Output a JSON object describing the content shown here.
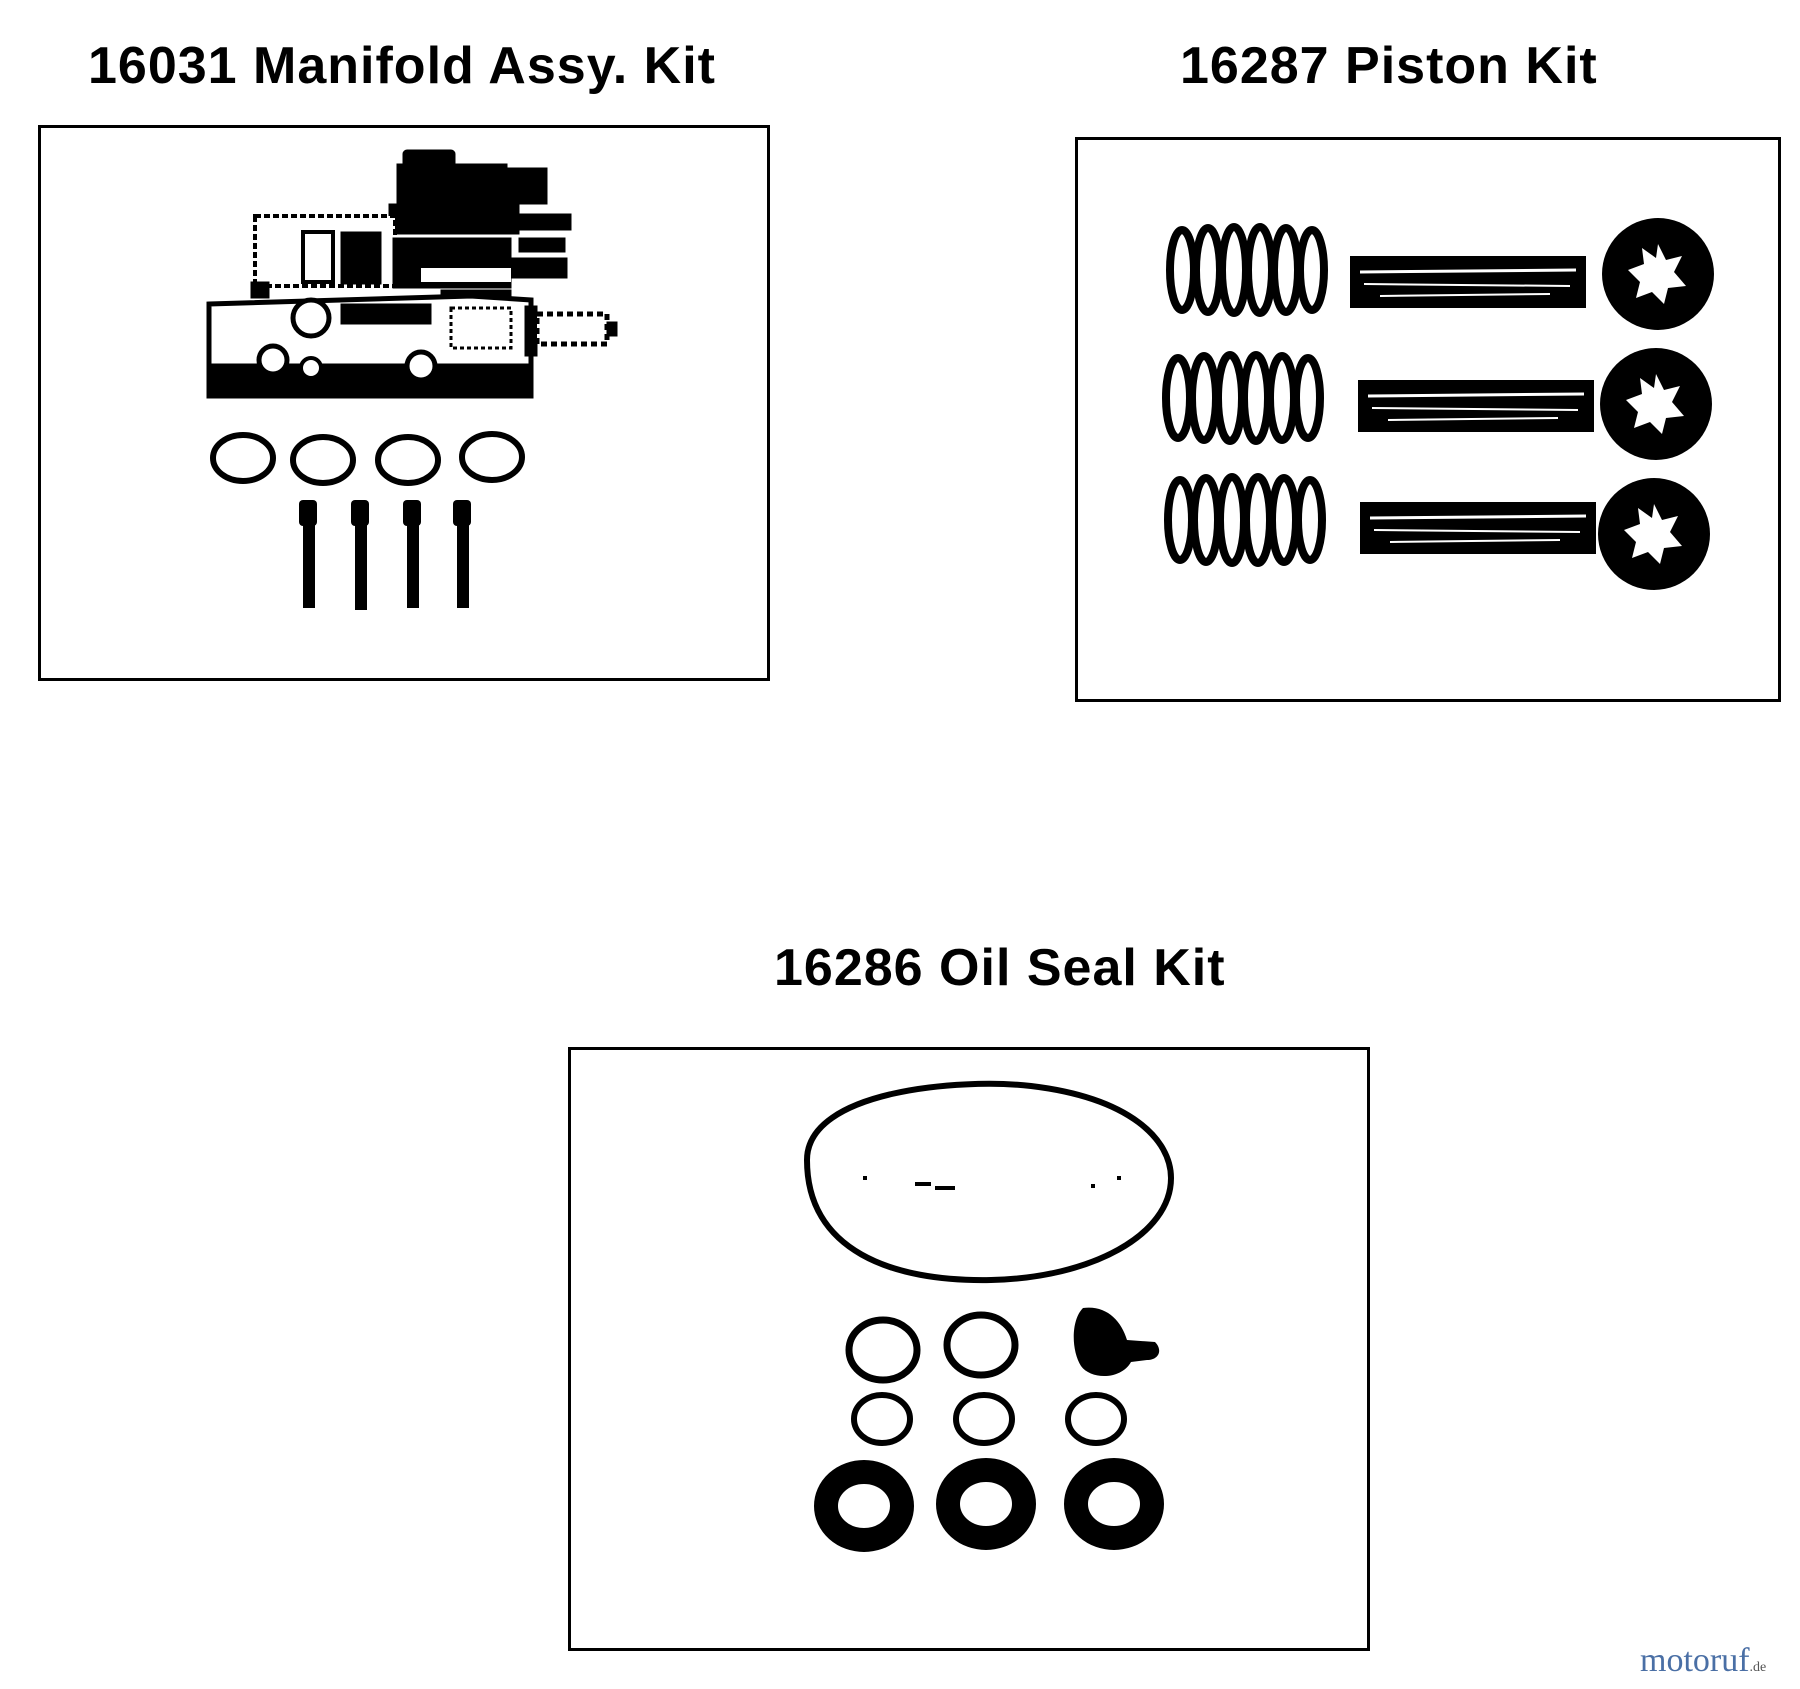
{
  "kits": [
    {
      "id": "manifold",
      "title": "16031 Manifold Assy. Kit"
    },
    {
      "id": "piston",
      "title": "16287 Piston Kit"
    },
    {
      "id": "oil_seal",
      "title": "16286 Oil Seal Kit"
    }
  ],
  "watermark": {
    "brand": "motoruf",
    "tld": ".de"
  }
}
